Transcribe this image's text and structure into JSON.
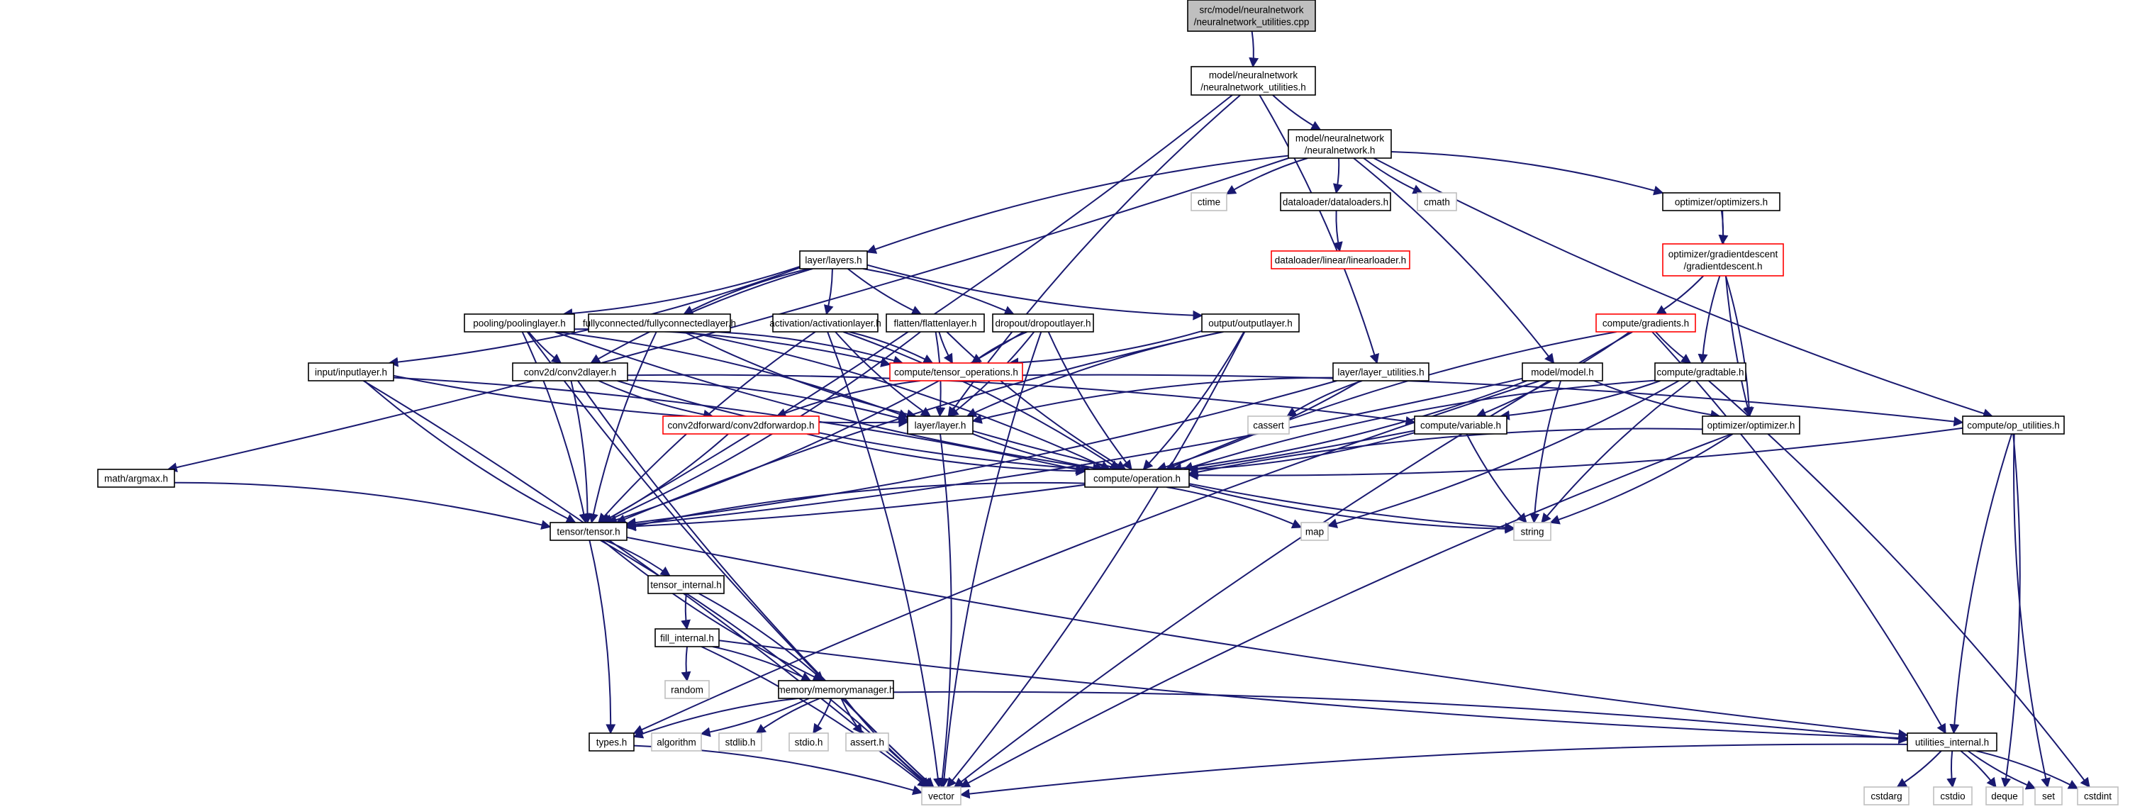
{
  "colors": {
    "edge": "#191970",
    "text": "#000000",
    "node_normal": "#000000",
    "node_missing": "#ff0000",
    "node_external": "#bfbfbf",
    "root_fill": "#bfbfbf",
    "fill": "#ffffff"
  },
  "nodes": [
    {
      "id": "root",
      "lines": [
        "src/model/neuralnetwork",
        "/neuralnetwork_utilities.cpp"
      ],
      "kind": "root"
    },
    {
      "id": "nn_utils_h",
      "lines": [
        "model/neuralnetwork",
        "/neuralnetwork_utilities.h"
      ],
      "kind": "normal"
    },
    {
      "id": "nn_h",
      "lines": [
        "model/neuralnetwork",
        "/neuralnetwork.h"
      ],
      "kind": "normal"
    },
    {
      "id": "ctime",
      "lines": [
        "ctime"
      ],
      "kind": "external"
    },
    {
      "id": "dataloaders",
      "lines": [
        "dataloader/dataloaders.h"
      ],
      "kind": "normal"
    },
    {
      "id": "cmath",
      "lines": [
        "cmath"
      ],
      "kind": "external"
    },
    {
      "id": "optimizers",
      "lines": [
        "optimizer/optimizers.h"
      ],
      "kind": "normal"
    },
    {
      "id": "linearloader",
      "lines": [
        "dataloader/linear/linearloader.h"
      ],
      "kind": "missing"
    },
    {
      "id": "gradientdescent",
      "lines": [
        "optimizer/gradientdescent",
        "/gradientdescent.h"
      ],
      "kind": "missing"
    },
    {
      "id": "layers",
      "lines": [
        "layer/layers.h"
      ],
      "kind": "normal"
    },
    {
      "id": "gradients",
      "lines": [
        "compute/gradients.h"
      ],
      "kind": "missing"
    },
    {
      "id": "pooling",
      "lines": [
        "pooling/poolinglayer.h"
      ],
      "kind": "normal"
    },
    {
      "id": "fullyconnected",
      "lines": [
        "fullyconnected/fullyconnectedlayer.h"
      ],
      "kind": "normal"
    },
    {
      "id": "activation",
      "lines": [
        "activation/activationlayer.h"
      ],
      "kind": "normal"
    },
    {
      "id": "flatten",
      "lines": [
        "flatten/flattenlayer.h"
      ],
      "kind": "normal"
    },
    {
      "id": "dropout",
      "lines": [
        "dropout/dropoutlayer.h"
      ],
      "kind": "normal"
    },
    {
      "id": "output",
      "lines": [
        "output/outputlayer.h"
      ],
      "kind": "normal"
    },
    {
      "id": "tensor_ops",
      "lines": [
        "compute/tensor_operations.h"
      ],
      "kind": "missing"
    },
    {
      "id": "input",
      "lines": [
        "input/inputlayer.h"
      ],
      "kind": "normal"
    },
    {
      "id": "conv2d",
      "lines": [
        "conv2d/conv2dlayer.h"
      ],
      "kind": "normal"
    },
    {
      "id": "layer_utils",
      "lines": [
        "layer/layer_utilities.h"
      ],
      "kind": "normal"
    },
    {
      "id": "model",
      "lines": [
        "model/model.h"
      ],
      "kind": "normal"
    },
    {
      "id": "gradtable",
      "lines": [
        "compute/gradtable.h"
      ],
      "kind": "normal"
    },
    {
      "id": "conv2dforward",
      "lines": [
        "conv2dforward/conv2dforwardop.h"
      ],
      "kind": "missing"
    },
    {
      "id": "layer",
      "lines": [
        "layer/layer.h"
      ],
      "kind": "normal"
    },
    {
      "id": "cassert",
      "lines": [
        "cassert"
      ],
      "kind": "external"
    },
    {
      "id": "variable",
      "lines": [
        "compute/variable.h"
      ],
      "kind": "normal"
    },
    {
      "id": "optimizer",
      "lines": [
        "optimizer/optimizer.h"
      ],
      "kind": "normal"
    },
    {
      "id": "op_utils",
      "lines": [
        "compute/op_utilities.h"
      ],
      "kind": "normal"
    },
    {
      "id": "argmax",
      "lines": [
        "math/argmax.h"
      ],
      "kind": "normal"
    },
    {
      "id": "operation",
      "lines": [
        "compute/operation.h"
      ],
      "kind": "normal"
    },
    {
      "id": "tensor",
      "lines": [
        "tensor/tensor.h"
      ],
      "kind": "normal"
    },
    {
      "id": "map",
      "lines": [
        "map"
      ],
      "kind": "external"
    },
    {
      "id": "string",
      "lines": [
        "string"
      ],
      "kind": "external"
    },
    {
      "id": "tensor_internal",
      "lines": [
        "tensor_internal.h"
      ],
      "kind": "normal"
    },
    {
      "id": "fill_internal",
      "lines": [
        "fill_internal.h"
      ],
      "kind": "normal"
    },
    {
      "id": "random",
      "lines": [
        "random"
      ],
      "kind": "external"
    },
    {
      "id": "memorymanager",
      "lines": [
        "memory/memorymanager.h"
      ],
      "kind": "normal"
    },
    {
      "id": "types",
      "lines": [
        "types.h"
      ],
      "kind": "normal"
    },
    {
      "id": "algorithm",
      "lines": [
        "algorithm"
      ],
      "kind": "external"
    },
    {
      "id": "stdlib",
      "lines": [
        "stdlib.h"
      ],
      "kind": "external"
    },
    {
      "id": "stdio_h",
      "lines": [
        "stdio.h"
      ],
      "kind": "external"
    },
    {
      "id": "assert_h",
      "lines": [
        "assert.h"
      ],
      "kind": "external"
    },
    {
      "id": "utilities_internal",
      "lines": [
        "utilities_internal.h"
      ],
      "kind": "normal"
    },
    {
      "id": "vector",
      "lines": [
        "vector"
      ],
      "kind": "external"
    },
    {
      "id": "cstdarg",
      "lines": [
        "cstdarg"
      ],
      "kind": "external"
    },
    {
      "id": "cstdio",
      "lines": [
        "cstdio"
      ],
      "kind": "external"
    },
    {
      "id": "deque",
      "lines": [
        "deque"
      ],
      "kind": "external"
    },
    {
      "id": "set",
      "lines": [
        "set"
      ],
      "kind": "external"
    },
    {
      "id": "cstdint",
      "lines": [
        "cstdint"
      ],
      "kind": "external"
    }
  ],
  "edges": [
    [
      "root",
      "nn_utils_h"
    ],
    [
      "nn_utils_h",
      "nn_h"
    ],
    [
      "nn_utils_h",
      "layer_utils"
    ],
    [
      "nn_utils_h",
      "layer"
    ],
    [
      "nn_utils_h",
      "tensor"
    ],
    [
      "nn_h",
      "ctime"
    ],
    [
      "nn_h",
      "dataloaders"
    ],
    [
      "nn_h",
      "cmath"
    ],
    [
      "nn_h",
      "optimizers"
    ],
    [
      "nn_h",
      "layers"
    ],
    [
      "nn_h",
      "model"
    ],
    [
      "nn_h",
      "op_utils"
    ],
    [
      "nn_h",
      "argmax"
    ],
    [
      "dataloaders",
      "linearloader"
    ],
    [
      "optimizers",
      "gradientdescent"
    ],
    [
      "optimizers",
      "optimizer"
    ],
    [
      "gradientdescent",
      "gradients"
    ],
    [
      "gradientdescent",
      "gradtable"
    ],
    [
      "gradientdescent",
      "optimizer"
    ],
    [
      "gradients",
      "gradtable"
    ],
    [
      "gradients",
      "variable"
    ],
    [
      "gradients",
      "operation"
    ],
    [
      "gradients",
      "utilities_internal"
    ],
    [
      "gradients",
      "vector"
    ],
    [
      "layers",
      "pooling"
    ],
    [
      "layers",
      "fullyconnected"
    ],
    [
      "layers",
      "activation"
    ],
    [
      "layers",
      "flatten"
    ],
    [
      "layers",
      "dropout"
    ],
    [
      "layers",
      "output"
    ],
    [
      "layers",
      "input"
    ],
    [
      "layers",
      "conv2d"
    ],
    [
      "pooling",
      "tensor_ops"
    ],
    [
      "pooling",
      "conv2d"
    ],
    [
      "pooling",
      "layer"
    ],
    [
      "pooling",
      "operation"
    ],
    [
      "pooling",
      "tensor"
    ],
    [
      "pooling",
      "vector"
    ],
    [
      "fullyconnected",
      "tensor_ops"
    ],
    [
      "fullyconnected",
      "layer"
    ],
    [
      "fullyconnected",
      "operation"
    ],
    [
      "fullyconnected",
      "tensor"
    ],
    [
      "activation",
      "tensor_ops"
    ],
    [
      "activation",
      "layer"
    ],
    [
      "activation",
      "operation"
    ],
    [
      "activation",
      "tensor"
    ],
    [
      "activation",
      "vector"
    ],
    [
      "flatten",
      "tensor_ops"
    ],
    [
      "flatten",
      "layer"
    ],
    [
      "flatten",
      "operation"
    ],
    [
      "flatten",
      "tensor"
    ],
    [
      "dropout",
      "tensor_ops"
    ],
    [
      "dropout",
      "layer"
    ],
    [
      "dropout",
      "operation"
    ],
    [
      "dropout",
      "tensor"
    ],
    [
      "dropout",
      "vector"
    ],
    [
      "output",
      "tensor_ops"
    ],
    [
      "output",
      "layer"
    ],
    [
      "output",
      "operation"
    ],
    [
      "output",
      "tensor"
    ],
    [
      "output",
      "vector"
    ],
    [
      "input",
      "layer"
    ],
    [
      "input",
      "operation"
    ],
    [
      "input",
      "tensor"
    ],
    [
      "input",
      "vector"
    ],
    [
      "conv2d",
      "conv2dforward"
    ],
    [
      "conv2d",
      "layer"
    ],
    [
      "conv2d",
      "operation"
    ],
    [
      "conv2d",
      "tensor"
    ],
    [
      "conv2d",
      "vector"
    ],
    [
      "conv2d",
      "variable"
    ],
    [
      "conv2dforward",
      "operation"
    ],
    [
      "conv2dforward",
      "tensor"
    ],
    [
      "tensor_ops",
      "conv2dforward"
    ],
    [
      "tensor_ops",
      "op_utils"
    ],
    [
      "layer_utils",
      "layer"
    ],
    [
      "layer_utils",
      "operation"
    ],
    [
      "layer_utils",
      "cassert"
    ],
    [
      "layer_utils",
      "tensor"
    ],
    [
      "model",
      "optimizer"
    ],
    [
      "model",
      "operation"
    ],
    [
      "model",
      "string"
    ],
    [
      "model",
      "tensor"
    ],
    [
      "model",
      "types"
    ],
    [
      "gradtable",
      "variable"
    ],
    [
      "gradtable",
      "operation"
    ],
    [
      "gradtable",
      "map"
    ],
    [
      "gradtable",
      "string"
    ],
    [
      "gradtable",
      "cstdint"
    ],
    [
      "layer",
      "operation"
    ],
    [
      "layer",
      "vector"
    ],
    [
      "layer",
      "string"
    ],
    [
      "variable",
      "operation"
    ],
    [
      "variable",
      "string"
    ],
    [
      "variable",
      "tensor"
    ],
    [
      "optimizer",
      "operation"
    ],
    [
      "optimizer",
      "string"
    ],
    [
      "optimizer",
      "vector"
    ],
    [
      "op_utils",
      "operation"
    ],
    [
      "op_utils",
      "utilities_internal"
    ],
    [
      "op_utils",
      "deque"
    ],
    [
      "op_utils",
      "set"
    ],
    [
      "argmax",
      "tensor"
    ],
    [
      "operation",
      "tensor"
    ],
    [
      "operation",
      "map"
    ],
    [
      "operation",
      "string"
    ],
    [
      "tensor",
      "tensor_internal"
    ],
    [
      "tensor",
      "memorymanager"
    ],
    [
      "tensor",
      "types"
    ],
    [
      "tensor",
      "utilities_internal"
    ],
    [
      "tensor",
      "vector"
    ],
    [
      "tensor_internal",
      "fill_internal"
    ],
    [
      "tensor_internal",
      "memorymanager"
    ],
    [
      "fill_internal",
      "random"
    ],
    [
      "fill_internal",
      "memorymanager"
    ],
    [
      "fill_internal",
      "utilities_internal"
    ],
    [
      "fill_internal",
      "vector"
    ],
    [
      "memorymanager",
      "types"
    ],
    [
      "memorymanager",
      "algorithm"
    ],
    [
      "memorymanager",
      "stdlib"
    ],
    [
      "memorymanager",
      "stdio_h"
    ],
    [
      "memorymanager",
      "assert_h"
    ],
    [
      "memorymanager",
      "utilities_internal"
    ],
    [
      "memorymanager",
      "vector"
    ],
    [
      "types",
      "vector"
    ],
    [
      "utilities_internal",
      "vector"
    ],
    [
      "utilities_internal",
      "cstdarg"
    ],
    [
      "utilities_internal",
      "cstdio"
    ],
    [
      "utilities_internal",
      "deque"
    ],
    [
      "utilities_internal",
      "set"
    ],
    [
      "utilities_internal",
      "cstdint"
    ]
  ]
}
